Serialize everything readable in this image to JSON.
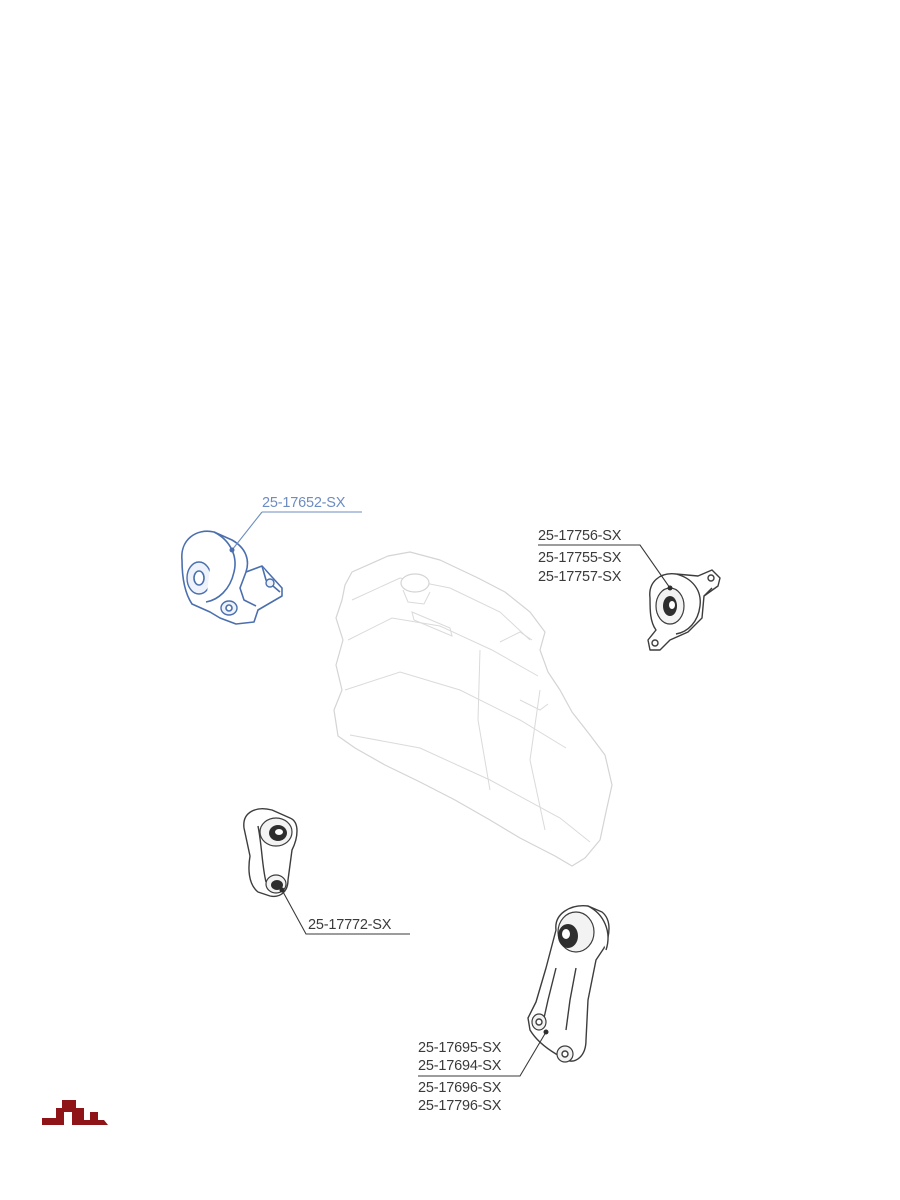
{
  "colors": {
    "label_dark": "#3a3a3a",
    "label_blue": "#6d8cc0",
    "part_blue": "#4b6fae",
    "logo_red": "#8f1418"
  },
  "callouts": {
    "mount_top_left": {
      "part_numbers": [
        "25-17652-SX"
      ]
    },
    "mount_right": {
      "part_numbers": [
        "25-17756-SX",
        "25-17755-SX",
        "25-17757-SX"
      ]
    },
    "mount_lower_left": {
      "part_numbers": [
        "25-17772-SX"
      ]
    },
    "mount_bottom": {
      "part_numbers": [
        "25-17695-SX",
        "25-17694-SX",
        "25-17696-SX",
        "25-17796-SX"
      ]
    }
  },
  "logo": {
    "icon": "brand-logo-icon"
  }
}
